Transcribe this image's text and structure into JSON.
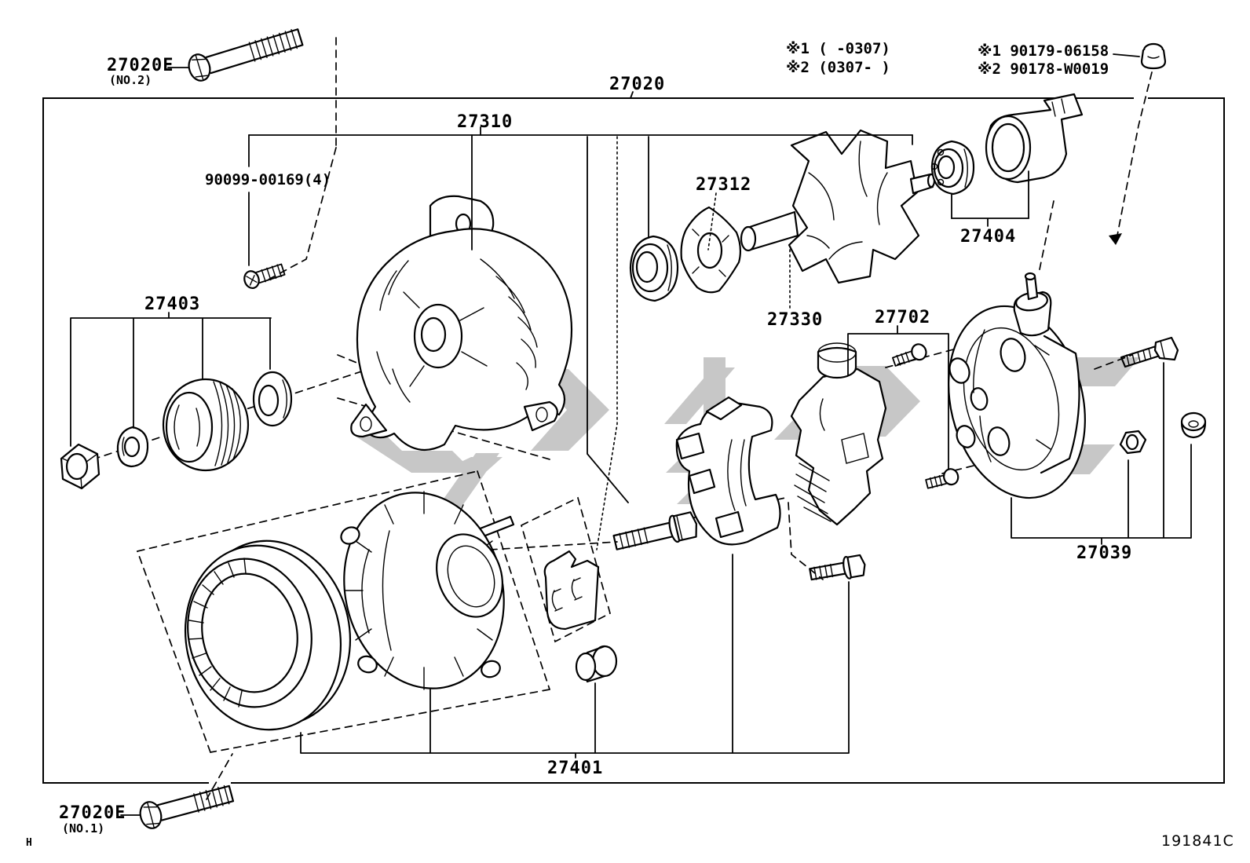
{
  "page": {
    "footer_code": "191841C",
    "margin_letter": "H",
    "notes": {
      "left1": "※1 (    -0307)",
      "left2": "※2 (0307-    )",
      "right1": "※1 90179-06158",
      "right2": "※2 90178-W0019"
    },
    "labels": {
      "bolt_no2": "27020E",
      "bolt_no2_sub": "(NO.2)",
      "bolt_no1": "27020E",
      "bolt_no1_sub": "(NO.1)",
      "alternator_assy": "27020",
      "front_bracket": "27310",
      "through_screw": "90099-00169(4)",
      "pulley_set": "27403",
      "bearing_retainer": "27312",
      "rotor": "27330",
      "rear_bearing_set": "27404",
      "regulator_brush_set": "27702",
      "rear_end_frame_set": "27039",
      "stator_housing_set": "27401"
    }
  }
}
